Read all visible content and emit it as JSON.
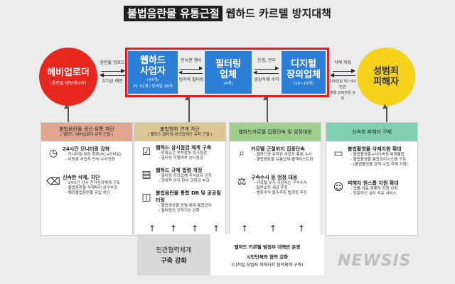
{
  "title": {
    "highlight": "불법음란물 유통근절",
    "rest": "웹하드 카르텔 방지대책"
  },
  "left_circle": {
    "main": "헤비업로더",
    "sub": "(음란물 대량게시자)"
  },
  "right_circle": {
    "main": "성범죄\n피해자"
  },
  "boxes": [
    {
      "main": "웹하드\n사업자",
      "sub1": "(44개)",
      "sub2": "PC 51개 / 모바일 39개"
    },
    {
      "main": "필터링\n업체",
      "sub1": "(4개)",
      "sub2": ""
    },
    {
      "main": "디지털\n장의업체",
      "sub1": "(10~15개)",
      "sub2": ""
    }
  ],
  "arrows": {
    "a1_top": "음란물 업로드",
    "a1_bottom": "수익금 배분",
    "a2_top": "인사권 행사",
    "a2_bottom": "임의적 필터링",
    "a3_top": "운영, 관리",
    "a3_bottom": "영상삭제 수익",
    "a4_top": "삭제 의뢰",
    "a4_bottom": "100만원 50~60만원\n매월 200만원 상당"
  },
  "panels": [
    {
      "head": "불법음란물 생산·유통 차단",
      "sub": "( 웹하드-헤비업로더 유착 근절 )",
      "color": "#e2a58f",
      "items": [
        {
          "icon": "clock-icon",
          "glyph": "◷",
          "title": "24시간 모니터링 강화",
          "lines": [
            "- 모니터링 대상 확대(PC→모바일)",
            "- 미등록 사업자 단속·수사의뢰"
          ]
        },
        {
          "icon": "trash-icon",
          "glyph": "🗑",
          "title": "신속한 삭제, 차단",
          "lines": [
            "- 24시간 상시 전자심의체계 구축",
            "- 불법음란물 삭제처리 의무부과",
            "- 해외불법음란물 유입 차단"
          ]
        }
      ]
    },
    {
      "head": "불법행위 연계 차단",
      "sub": "( 웹하드-필터링-장의업체간 유착 근절 )",
      "color": "#dcc693",
      "items": [
        {
          "icon": "checklist-icon",
          "glyph": "☑",
          "title": "웹하드 상시점검 체계 구축",
          "lines": [
            "- 등록요건 부처합동 정기점검",
            "- 필터링 이행여부 상시점검"
          ]
        },
        {
          "icon": "document-icon",
          "glyph": "▤",
          "title": "웹하드 규제 법령 개정",
          "lines": [
            "- 필터링·장의업체 주식보유 금지",
            "- 경제적 이익 환수 과징금 부과"
          ]
        },
        {
          "icon": "database-icon",
          "glyph": "◫",
          "title": "불법음란물 통합 DB 및 공공필터링",
          "lines": [
            "- 불법영상물 판별·제재 통합관리",
            "- 필터링의 공적기능 강화"
          ]
        }
      ]
    },
    {
      "head": "웹하드카르텔 집중단속 및 엄정대응",
      "sub": "",
      "color": "#9fcf8f",
      "items": [
        {
          "icon": "search-icon",
          "glyph": "⌕",
          "title": "카르텔 근절까지 집중단속",
          "lines": [
            "- 웹하드와 유착된 사업자 총체 수사",
            "- 불법음란물 유통업체-블랙리스트화"
          ]
        },
        {
          "icon": "gavel-icon",
          "glyph": "⚖",
          "title": "구속수사 등 엄정 대응",
          "lines": [
            "- 카르텔 유지 가담자는 구속수사",
            "- 탈루소득 세금 추징",
            "- 범죄수익 몰수추징 법개정 추진"
          ]
        }
      ]
    },
    {
      "head": "신속한 피해자 구제",
      "sub": "",
      "color": "#7fcfb0",
      "items": [
        {
          "icon": "monitor-icon",
          "glyph": "▭",
          "title": "불법촬영물 삭제지원 확대",
          "lines": [
            "- 불법촬영물→사이버성 피해통합",
            "- 불법촬영물 통합관리시스템 구축",
            "- (불법촬영물 검색·수집·삭제 지원)"
          ]
        },
        {
          "icon": "person-icon",
          "glyph": "☺",
          "title": "피해자 원스톱 지원 확대",
          "lines": [
            "- 법률·의료·경제적 지원 강화",
            "- 전문적인 심리 치유 서비스"
          ]
        }
      ]
    }
  ],
  "bottom_left": {
    "line1": "민관협력체계",
    "line2": "구축 강화"
  },
  "bottom_right": {
    "line1": "웹하드 카르텔 범정부 대책반 운영",
    "line2": "시민단체와 협력 강화",
    "line3": "(디지털 성범죄 피해자지 협력체계 구축)"
  },
  "watermark": "NEWSIS"
}
